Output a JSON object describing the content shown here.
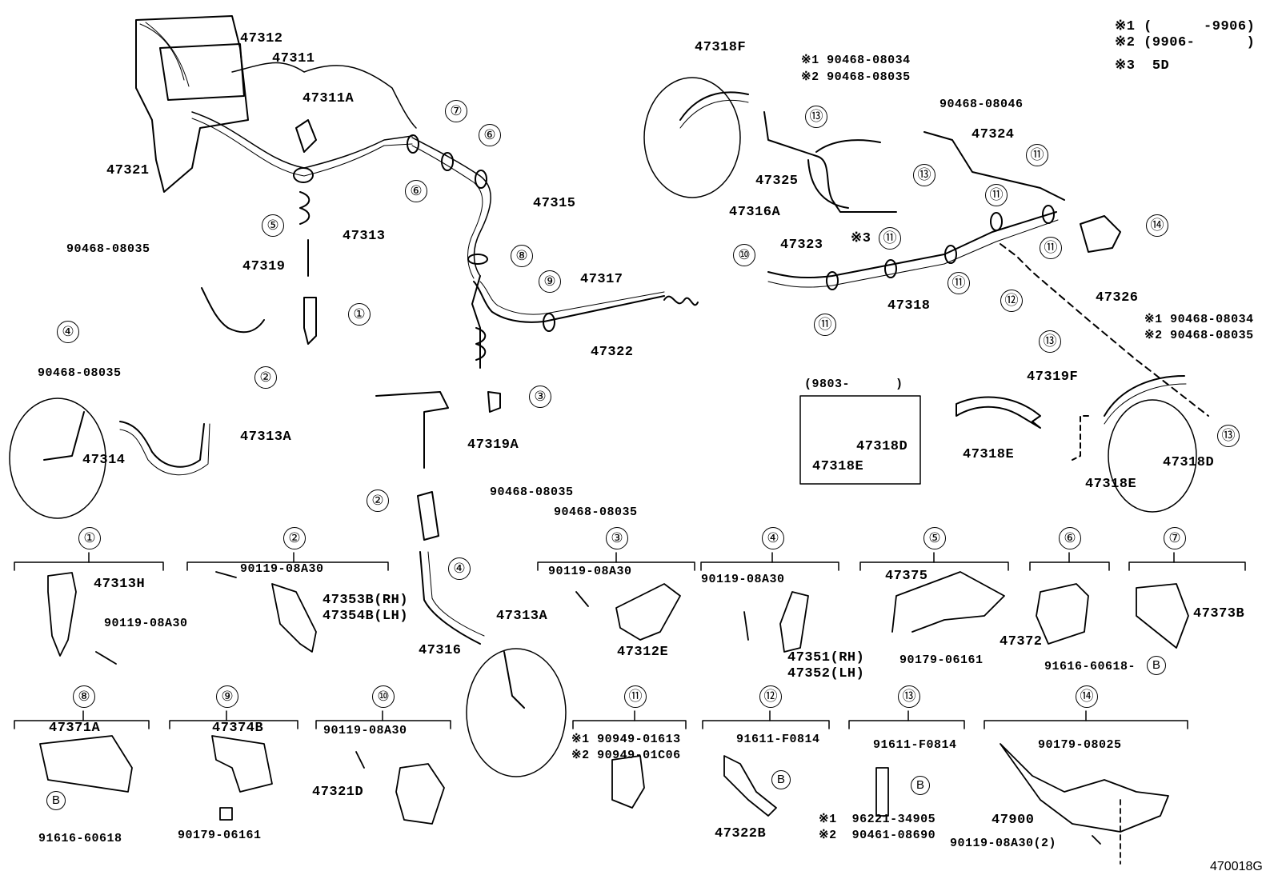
{
  "diagram_id": "470018G",
  "notes": {
    "n1": "※1 (      -9906)",
    "n2": "※2 (9906-      )",
    "n3": "※3  5D"
  },
  "callouts_top": [
    {
      "id": "c-47312",
      "text": "47312"
    },
    {
      "id": "c-47311",
      "text": "47311"
    },
    {
      "id": "c-47311A",
      "text": "47311A"
    },
    {
      "id": "c-47321",
      "text": "47321"
    },
    {
      "id": "c-47313",
      "text": "47313"
    },
    {
      "id": "c-47315",
      "text": "47315"
    },
    {
      "id": "c-90468-08035a",
      "text": "90468-08035"
    },
    {
      "id": "c-47319",
      "text": "47319"
    },
    {
      "id": "c-90468-08035b",
      "text": "90468-08035"
    },
    {
      "id": "c-47313A-a",
      "text": "47313A"
    },
    {
      "id": "c-47314",
      "text": "47314"
    },
    {
      "id": "c-47317",
      "text": "47317"
    },
    {
      "id": "c-47322",
      "text": "47322"
    },
    {
      "id": "c-47319A",
      "text": "47319A"
    },
    {
      "id": "c-90468-08035c",
      "text": "90468-08035"
    },
    {
      "id": "c-90468-08035d",
      "text": "90468-08035"
    },
    {
      "id": "c-47313A-b",
      "text": "47313A"
    },
    {
      "id": "c-47316",
      "text": "47316"
    },
    {
      "id": "c-47318F",
      "text": "47318F"
    },
    {
      "id": "c-x1-90468-08034",
      "text": "※1 90468-08034"
    },
    {
      "id": "c-x2-90468-08035",
      "text": "※2 90468-08035"
    },
    {
      "id": "c-90468-08046",
      "text": "90468-08046"
    },
    {
      "id": "c-47324",
      "text": "47324"
    },
    {
      "id": "c-47325",
      "text": "47325"
    },
    {
      "id": "c-47316A",
      "text": "47316A"
    },
    {
      "id": "c-47323",
      "text": "47323"
    },
    {
      "id": "c-x3",
      "text": "※3"
    },
    {
      "id": "c-47318",
      "text": "47318"
    },
    {
      "id": "c-47326",
      "text": "47326"
    },
    {
      "id": "c-x1b",
      "text": "※1 90468-08034"
    },
    {
      "id": "c-x2b",
      "text": "※2 90468-08035"
    },
    {
      "id": "c-47319F",
      "text": "47319F"
    },
    {
      "id": "c-9803",
      "text": "(9803-      )"
    },
    {
      "id": "c-47318D-a",
      "text": "47318D"
    },
    {
      "id": "c-47318E-a",
      "text": "47318E"
    },
    {
      "id": "c-47318E-b",
      "text": "47318E"
    },
    {
      "id": "c-47318D-b",
      "text": "47318D"
    },
    {
      "id": "c-47318E-c",
      "text": "47318E"
    }
  ],
  "groups": [
    {
      "num": "①",
      "parts": [
        "47313H",
        "90119-08A30"
      ]
    },
    {
      "num": "②",
      "parts": [
        "90119-08A30",
        "47353B(RH)",
        "47354B(LH)"
      ]
    },
    {
      "num": "③",
      "parts": [
        "90119-08A30",
        "47312E"
      ]
    },
    {
      "num": "④",
      "parts": [
        "90119-08A30",
        "47351(RH)",
        "47352(LH)"
      ]
    },
    {
      "num": "⑤",
      "parts": [
        "47375",
        "90179-06161"
      ]
    },
    {
      "num": "⑥",
      "parts": [
        "47372"
      ]
    },
    {
      "num": "⑦",
      "parts": [
        "47373B",
        "91616-60618-"
      ]
    },
    {
      "num": "⑧",
      "parts": [
        "47371A",
        "91616-60618"
      ]
    },
    {
      "num": "⑨",
      "parts": [
        "47374B",
        "90179-06161"
      ]
    },
    {
      "num": "⑩",
      "parts": [
        "90119-08A30",
        "47321D"
      ]
    },
    {
      "num": "⑪",
      "parts": [
        "※1 90949-01613",
        "※2 90949-01C06"
      ]
    },
    {
      "num": "⑫",
      "parts": [
        "91611-F0814",
        "47322B"
      ]
    },
    {
      "num": "⑬",
      "parts": [
        "91611-F0814",
        "※1  96221-34905",
        "※2  90461-08690"
      ]
    },
    {
      "num": "⑭",
      "parts": [
        "90179-08025",
        "47900",
        "90119-08A30(2)"
      ]
    }
  ],
  "refs": {
    "c1": "①",
    "c2": "②",
    "c3": "③",
    "c4": "④",
    "c5": "⑤",
    "c6": "⑥",
    "c7": "⑦",
    "c8": "⑧",
    "c9": "⑨",
    "c10": "⑩",
    "c11": "⑪",
    "c12": "⑫",
    "c13": "⑬",
    "c14": "⑭",
    "b": "B"
  }
}
